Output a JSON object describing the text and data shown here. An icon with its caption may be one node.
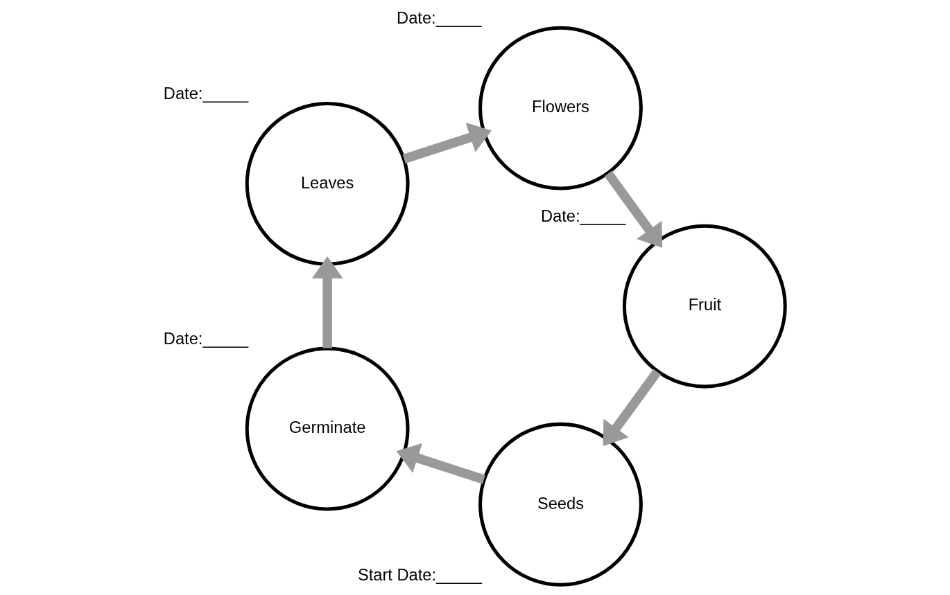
{
  "diagram": {
    "nodes": [
      {
        "text": [
          "Seeds"
        ],
        "beside": [
          "Start Date:_____"
        ]
      },
      {
        "text": [
          "Germinate"
        ],
        "beside": [
          "Date:_____"
        ]
      },
      {
        "text": [
          "Leaves"
        ],
        "beside": [
          "Date:_____"
        ]
      },
      {
        "text": [
          "Flowers"
        ],
        "beside": [
          "Date:_____"
        ]
      },
      {
        "text": [
          "Fruit"
        ],
        "beside": [
          "Date:_____"
        ]
      }
    ],
    "edges": [
      {
        "from": 0,
        "to": 1,
        "arrow": "to"
      },
      {
        "from": 1,
        "to": 2,
        "arrow": "to"
      },
      {
        "from": 2,
        "to": 3,
        "arrow": "to"
      },
      {
        "from": 3,
        "to": 4,
        "arrow": "to"
      },
      {
        "from": 4,
        "to": 0,
        "arrow": "to"
      }
    ]
  }
}
